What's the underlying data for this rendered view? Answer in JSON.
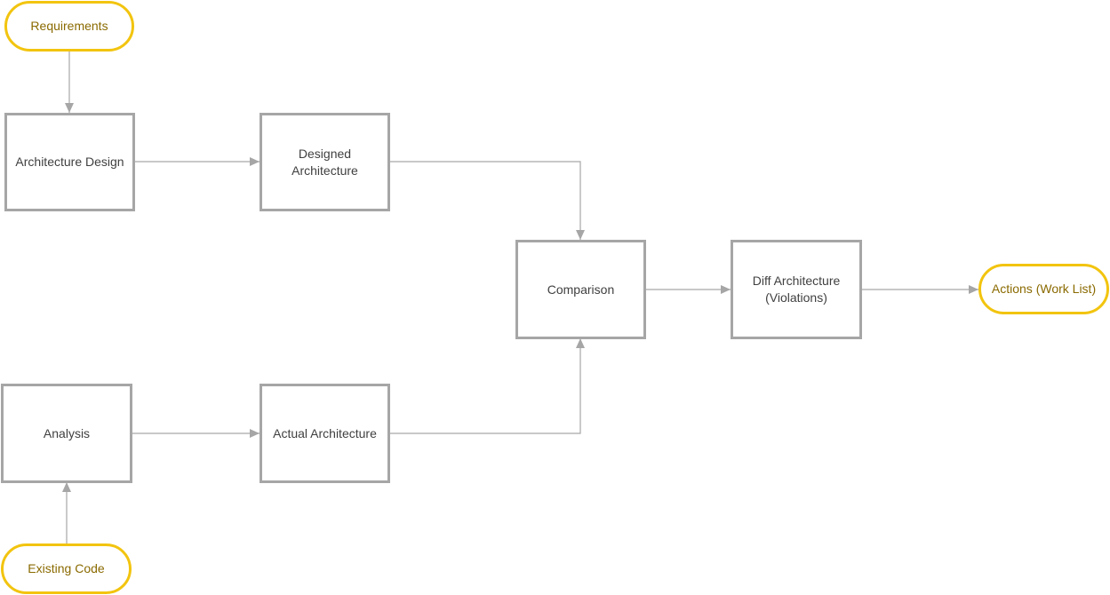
{
  "colors": {
    "process_border": "#a6a6a6",
    "process_text": "#404040",
    "terminal_border": "#f2c40f",
    "terminal_text": "#8a6a00",
    "connector": "#a6a6a6"
  },
  "nodes": {
    "requirements": "Requirements",
    "architecture_design": "Architecture Design",
    "designed_architecture": "Designed\nArchitecture",
    "comparison": "Comparison",
    "diff_architecture": "Diff Architecture\n(Violations)",
    "actions": "Actions (Work List)",
    "analysis": "Analysis",
    "actual_architecture": "Actual Architecture",
    "existing_code": "Existing Code"
  }
}
